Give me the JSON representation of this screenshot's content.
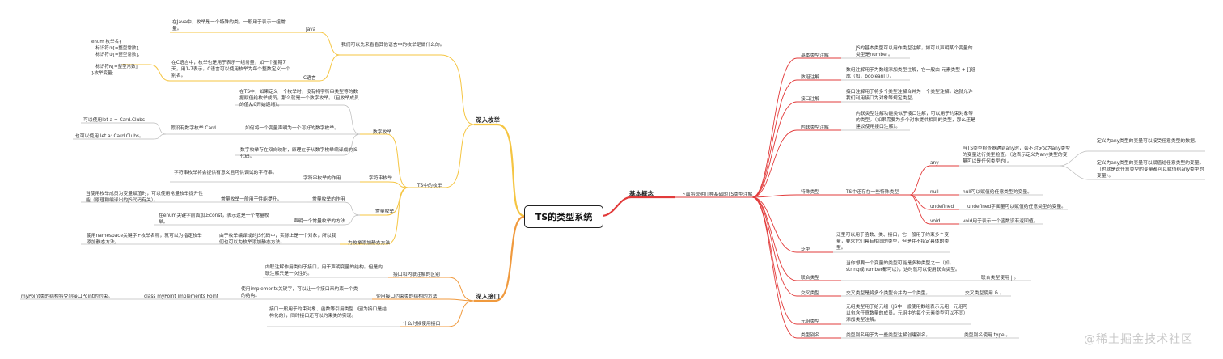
{
  "root": "TS的类型系统",
  "watermark": "@稀土掘金技术社区",
  "left": {
    "enum": {
      "title": "深入枚举",
      "intro": "我们可以先来看看其他语言中的枚举是做什么的。",
      "java_label": "Java",
      "java_text": "在Java中，枚举是一个特殊的类，一般用于表示一组常量。",
      "c_label": "C语言",
      "c_text": "在C语言中，枚举也是用于表示一组常量，如一个星期7天，用1-7表示。C语言可以使用枚举为每个整数定义一个别名。",
      "c_code": "enum 枚举名{\n   标识符①[=整型常数],\n   标识符②[=整型常数],\n   ...\n   标识符N[=整型常数]\n}枚举变量;",
      "ts_label": "TS中的枚举",
      "numeric_label": "数字枚举",
      "numeric_text": "在TS中，如果定义一个枚举时，没有将字符串类型等的数据赋值给枚举成员，那么就是一个数字枚举。（且枚举成员的值从0开始递增）。",
      "declare_q": "如何将一个变量声明为一个写好的数字枚举。",
      "assume": "假设有数字枚举 Card",
      "use1": "可以使用let a = Card.Clubs",
      "use2": "也可以使用 let a: Card.Clubs。",
      "reverse": "数字枚举存在双向映射，原理在于从数字枚举编译成的JS代码。",
      "string_label": "字符串枚举",
      "string_role": "字符串枚举的作用",
      "string_text": "字符串枚举将会提供有意义且可供调试的字符串。",
      "const_label": "常量枚举",
      "const_role": "常量枚举的作用",
      "const_perf": "常量枚举一般用于性能提升。",
      "const_text": "当使用枚举成员为变量赋值时，可以使用常量枚举提升性能（原理和编译出的JS代码有关）。",
      "const_how": "声明一个常量枚举的方法",
      "const_how_text": "在enum关键字前面加上const，表示这是一个常量枚举。",
      "static_label": "为枚举添加静态方法",
      "static_text": "由于枚举编译成的JS代码中，实际上是一个对象，所以我们也可以为枚举添加静态方法。",
      "static_use": "使用namespace关键字+枚举名称，就可以为指定枚举添加静态方法。"
    },
    "iface": {
      "title": "深入接口",
      "diff_label": "接口和内联注解的区别",
      "diff_text": "内联注解作用类似于接口，用于声明变量的结构。但是内联注解只是一次性的。",
      "impl_label": "使用接口约束类的结构的方法",
      "impl_text": "使用implements关键字，可以让一个接口来约束一个类的结构。",
      "impl_example": "class myPoint implements Point",
      "impl_result": "myPoint类的结构将受到接口Point的约束。",
      "when_label": "什么时候使用接口",
      "when_text": "接口一般用于约束对象、函数等引用类型（因为接口是结构化的），同时接口还可以约束类的实现。"
    }
  },
  "right": {
    "title": "基本概念",
    "intro": "下面将说明几种基础的TS类型注解",
    "basic_label": "基本类型注解",
    "basic_text": "JS的基本类型可以用作类型注解，如可以声明某个变量的类型是number。",
    "array_label": "数组注解",
    "array_text": "数组注解用于为数组添加类型注解，它一般由 元素类型 + []组成（如，boolean[]）。",
    "iface_label": "接口注解",
    "iface_text": "接口注解用于将多个类型注解合并为一个类型注解，这就允许我们利用接口为对象等规定类型。",
    "inline_label": "内联类型注解",
    "inline_text": "内联类型注解功能类似于接口注解，可以用于约束对象等的类型。（如果需要为多个对象提供相同的类型，那么还是建议使用接口注解）。",
    "special_label": "特殊类型",
    "special_intro": "TS中还存在一些特殊类型",
    "any_label": "any",
    "any_text": "当TS类型检查器遇到any时，会不对定义为any类型的变量进行类型检查。（这表示定义为any类型的变量可以是任何类型的）。",
    "any_sub1": "定义为any类型的变量可以接受任意类型的数据。",
    "any_sub2": "定义为any类型的变量可以赋值给任意类型的变量。（也就是说任意类型的变量都可以赋值给any类型的变量）。",
    "null_label": "null",
    "null_text": "null可以赋值给任意类型的变量。",
    "undef_label": "undefined",
    "undef_text": "undefined字面量可以赋值给任意类型的变量。",
    "void_label": "void",
    "void_text": "void用于表示一个函数没有返回值。",
    "generic_label": "泛型",
    "generic_text": "泛型可以用于函数、类、接口，它一般用于约束多个变量，要求它们具有相同的类型，但是并不指定具体的类型。",
    "union_label": "联合类型",
    "union_text": "当你想要一个变量的类型可能是多种类型之一（如，string或number都可以），这时就可以使用联合类型。",
    "union_use": "联合类型使用 | 。",
    "cross_label": "交叉类型",
    "cross_text": "交叉类型是将多个类型合并为一个类型。",
    "cross_use": "交叉类型使用 & 。",
    "tuple_label": "元组类型",
    "tuple_text": "元组类型用于给元组（JS中一般使用数组表示元组，元组可以包含任意数量的成员。元组中的每个元素类型可以不同）添加类型注解。",
    "alias_label": "类型别名",
    "alias_text": "类型别名用于为一些类型注解创建别名。",
    "alias_use": "类型别名使用 type 。"
  },
  "colors": {
    "enum_branch": "#f5c542",
    "iface_branch": "#f09a3e",
    "basic_branch": "#e23b3b",
    "line": "#999999"
  }
}
